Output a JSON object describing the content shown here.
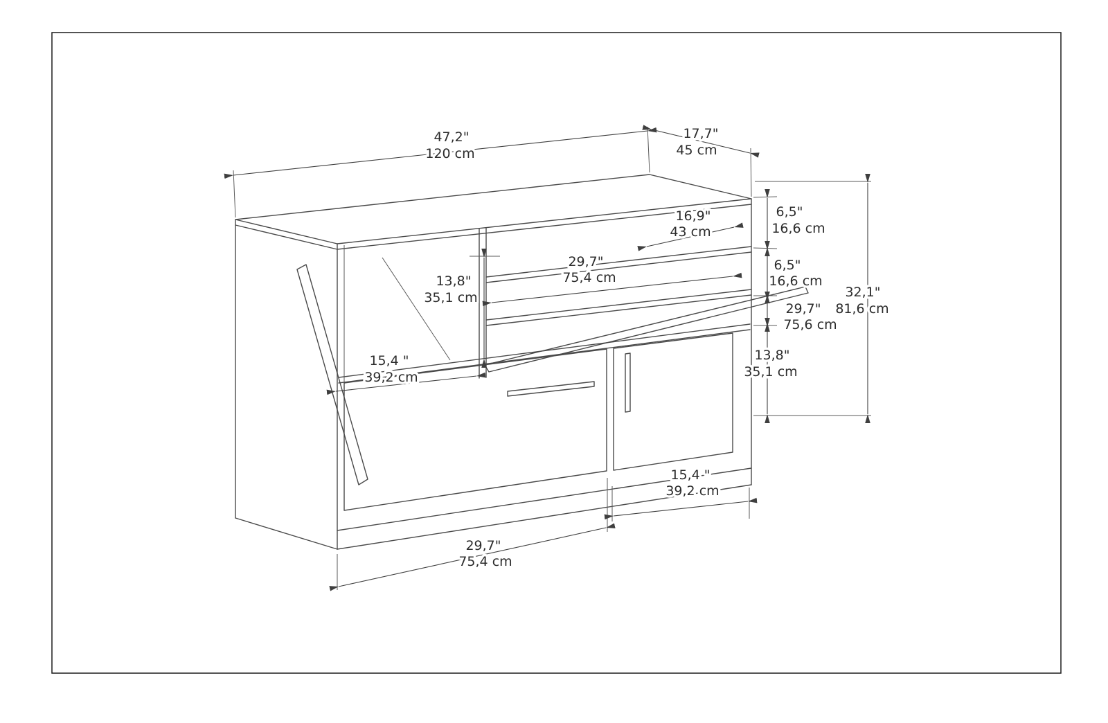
{
  "page": {
    "background": "#ffffff",
    "border_color": "#1a1a1a",
    "line_color": "#4a4a4a",
    "text_color": "#2c2c2c"
  },
  "drawing": {
    "type": "furniture-dimension-drawing",
    "subject": "sideboard with open shelves, drop-down flap and two doors",
    "dimensions": {
      "top_width": {
        "inches": "47,2\"",
        "cm": "120 cm"
      },
      "top_depth": {
        "inches": "17,7\"",
        "cm": "45 cm"
      },
      "upper_shelf_opening": {
        "inches": "16,9\"",
        "cm": "43 cm"
      },
      "middle_shelf_width": {
        "inches": "29,7\"",
        "cm": "75,4 cm"
      },
      "left_compartment_height": {
        "inches": "13,8\"",
        "cm": "35,1 cm"
      },
      "upper_right_gap": {
        "inches": "6,5\"",
        "cm": "16,6 cm"
      },
      "lower_right_gap": {
        "inches": "6,5\"",
        "cm": "16,6 cm"
      },
      "flap_door_length": {
        "inches": "29,7\"",
        "cm": "75,6 cm"
      },
      "door_height": {
        "inches": "13,8\"",
        "cm": "35,1 cm"
      },
      "total_height": {
        "inches": "32,1\"",
        "cm": "81,6 cm"
      },
      "left_compartment_width": {
        "inches": "15,4 \"",
        "cm": "39,2 cm"
      },
      "left_door_width": {
        "inches": "29,7\"",
        "cm": "75,4 cm"
      },
      "right_door_width": {
        "inches": "15,4 \"",
        "cm": "39,2 cm"
      }
    }
  }
}
